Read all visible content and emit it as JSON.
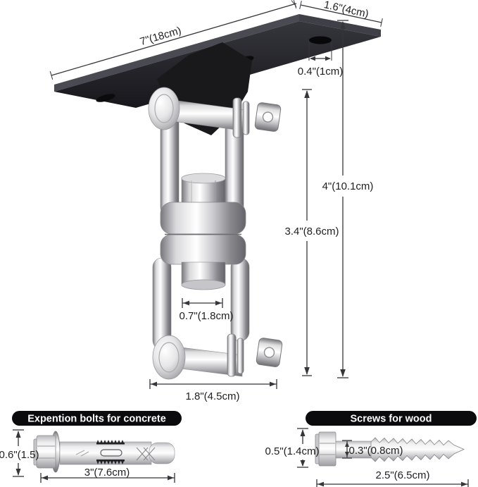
{
  "diagram": {
    "main_unit": {
      "plate_length": "7\"(18cm)",
      "plate_width": "1.6\"(4cm)",
      "hole_diameter": "0.4\"(1cm)",
      "overall_height": "4\"(10.1cm)",
      "swivel_height": "3.4\"(8.6cm)",
      "shackle_inner_width": "0.7\"(1.8cm)",
      "shackle_width": "1.8\"(4.5cm)"
    },
    "concrete_bolt": {
      "title": "Expention bolts for concrete",
      "diameter": "0.6\"(1.5)",
      "length": "3\"(7.6cm)"
    },
    "wood_screw": {
      "title": "Screws for wood",
      "head_height": "0.5\"(1.4cm)",
      "shank_diameter": "0.3\"(0.8cm)",
      "length": "2.5\"(6.5cm)"
    }
  }
}
